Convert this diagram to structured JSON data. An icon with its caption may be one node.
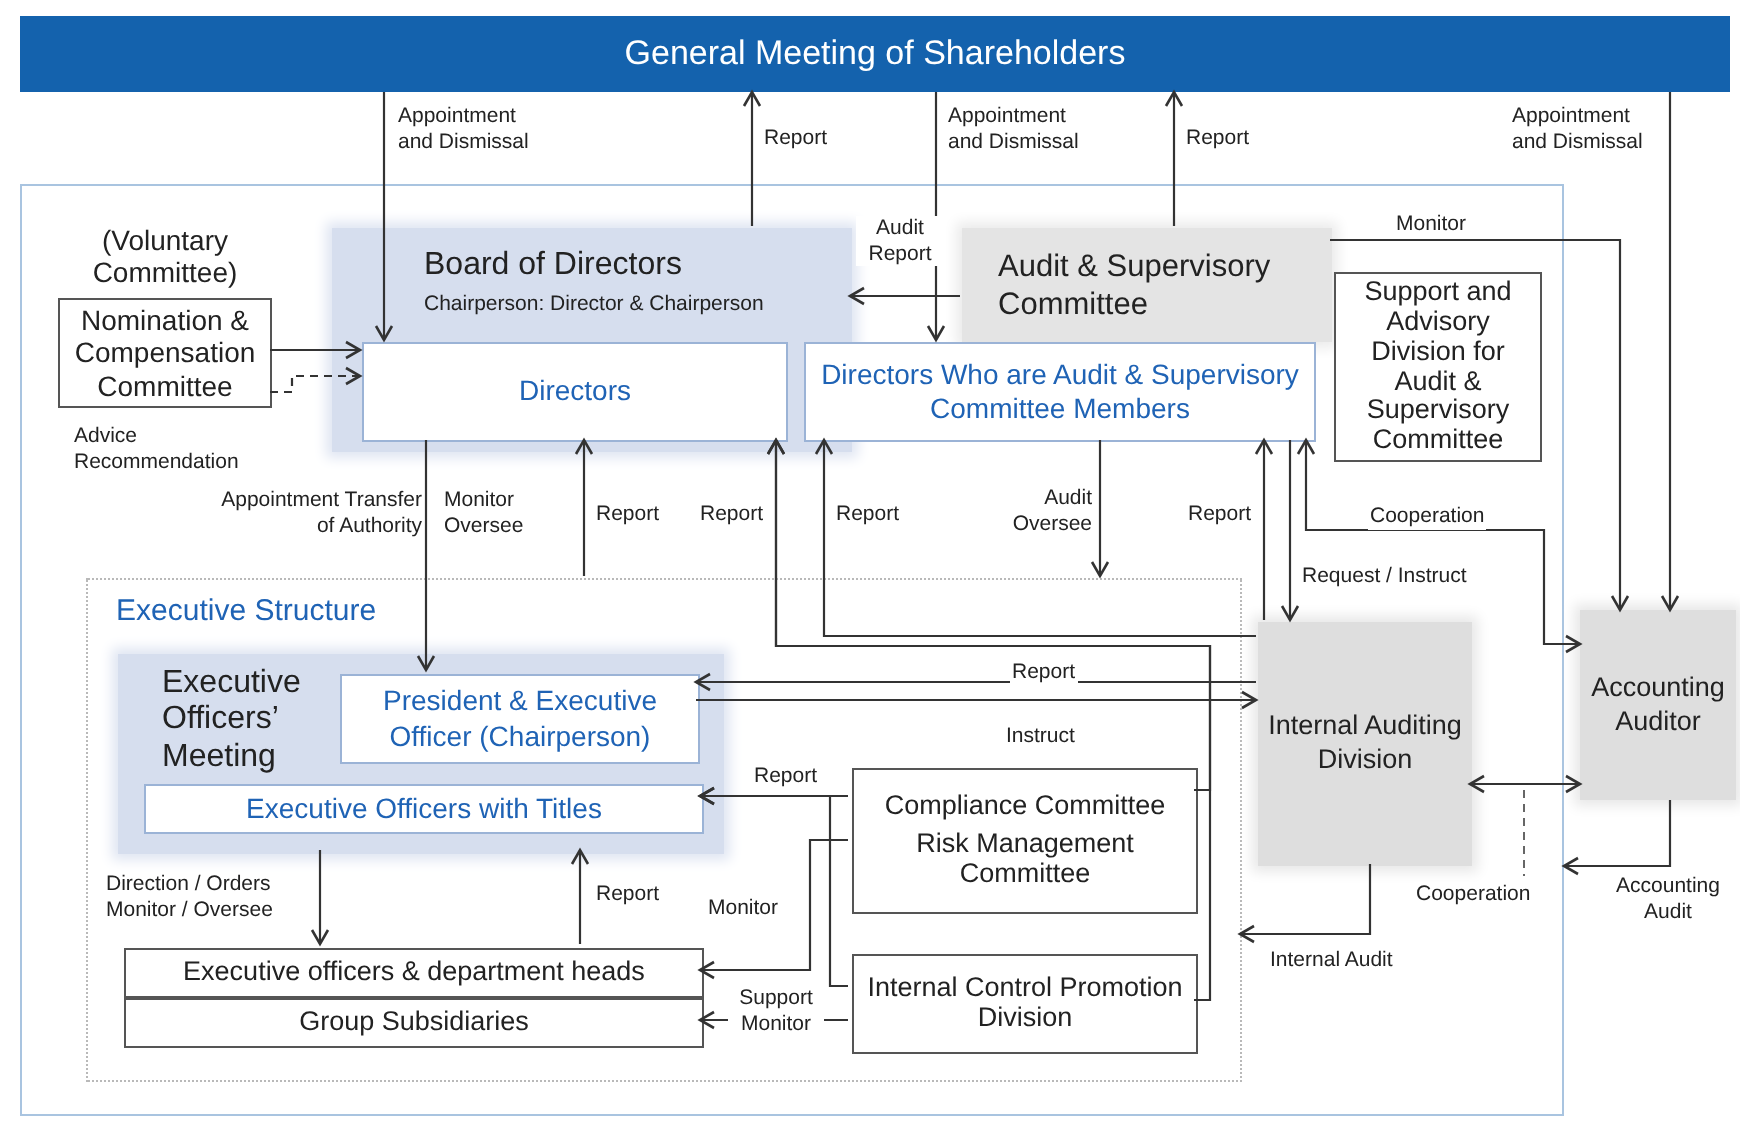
{
  "diagram": {
    "nodes": [
      {
        "text": [
          "General Meeting of Shareholders"
        ]
      },
      {
        "text": [],
        "shape": "box"
      },
      {
        "text": [
          "(Voluntary Committee)",
          "Nomination & Compensation Committee"
        ],
        "in": 1
      },
      {
        "text": [
          "Board of Directors",
          "Chairperson: Director & Chairperson"
        ],
        "in": 1
      },
      {
        "text": [
          "Directors"
        ],
        "in": 3
      },
      {
        "text": [
          "Audit & Supervisory Committee"
        ],
        "in": 1
      },
      {
        "text": [
          "Directors Who are Audit & Supervisory Committee Members"
        ],
        "in": 1
      },
      {
        "text": [
          "Support and Advisory Division for Audit & Supervisory Committee"
        ],
        "in": 1
      },
      {
        "text": [
          "Executive Structure"
        ],
        "in": 1
      },
      {
        "text": [
          "Executive Officers’ Meeting"
        ],
        "in": 8
      },
      {
        "text": [
          "President & Executive Officer (Chairperson)"
        ],
        "in": 9
      },
      {
        "text": [
          "Executive Officers with Titles"
        ],
        "in": 9
      },
      {
        "text": [
          "Executive officers & department heads"
        ],
        "in": 8
      },
      {
        "text": [
          "Group Subsidiaries"
        ],
        "in": 8
      },
      {
        "text": [
          "Compliance Committee",
          "Risk Management Committee"
        ],
        "in": 8
      },
      {
        "text": [
          "Internal Control Promotion Division"
        ],
        "in": 8
      },
      {
        "text": [
          "Internal Auditing Division"
        ],
        "in": 1
      },
      {
        "text": [
          "Accounting Auditor"
        ]
      }
    ],
    "edges": [
      {
        "from": 0,
        "to": 4,
        "arrow": "to",
        "label": "Appointment and Dismissal"
      },
      {
        "from": 3,
        "to": 0,
        "arrow": "to",
        "label": "Report"
      },
      {
        "from": 0,
        "to": 6,
        "arrow": "to",
        "label": "Appointment and Dismissal"
      },
      {
        "from": 5,
        "to": 0,
        "arrow": "to",
        "label": "Report"
      },
      {
        "from": 0,
        "to": 17,
        "arrow": "to",
        "label": "Appointment and Dismissal"
      },
      {
        "from": 5,
        "to": 3,
        "arrow": "to",
        "label": "Audit Report"
      },
      {
        "from": 5,
        "to": 17,
        "arrow": "to",
        "label": "Monitor"
      },
      {
        "from": 2,
        "to": 4,
        "arrow": "to"
      },
      {
        "from": 2,
        "to": 4,
        "arrow": "to",
        "style": "dashed",
        "label": "Advice Recommendation"
      },
      {
        "from": 4,
        "to": 10,
        "arrow": "to",
        "label": "Appointment Transfer of Authority"
      },
      {
        "from": 8,
        "to": 4,
        "arrow": "to",
        "label": "Report"
      },
      {
        "from": 14,
        "to": 4,
        "arrow": "to",
        "label": "Report"
      },
      {
        "from": 15,
        "to": 4,
        "arrow": "to"
      },
      {
        "from": 16,
        "to": 6,
        "arrow": "to",
        "label": "Report"
      },
      {
        "from": 6,
        "to": 8,
        "arrow": "to",
        "label": "Audit Oversee"
      },
      {
        "from": 16,
        "to": 6,
        "arrow": "to",
        "label": "Report"
      },
      {
        "from": 6,
        "to": 16,
        "arrow": "to",
        "label": "Request / Instruct"
      },
      {
        "from": 6,
        "to": 17,
        "arrow": "both",
        "label": "Cooperation"
      },
      {
        "from": 16,
        "to": 10,
        "arrow": "to",
        "label": "Report"
      },
      {
        "from": 10,
        "to": 16,
        "arrow": "to",
        "label": "Instruct"
      },
      {
        "from": 14,
        "to": 11,
        "arrow": "to",
        "label": "Report"
      },
      {
        "from": 14,
        "to": 12,
        "arrow": "to",
        "label": "Monitor"
      },
      {
        "from": 15,
        "to": 11,
        "arrow": "to"
      },
      {
        "from": 15,
        "to": 13,
        "arrow": "to",
        "label": "Support Monitor"
      },
      {
        "from": 9,
        "to": 12,
        "arrow": "to",
        "label": "Direction / Orders Monitor / Oversee"
      },
      {
        "from": 12,
        "to": 9,
        "arrow": "to",
        "label": "Report"
      },
      {
        "from": 16,
        "to": 8,
        "arrow": "to",
        "label": "Internal Audit"
      },
      {
        "from": 16,
        "to": 17,
        "arrow": "both",
        "label": "Cooperation"
      },
      {
        "from": 17,
        "to": 1,
        "arrow": "to",
        "label": "Accounting Audit"
      }
    ],
    "labels": [
      "Monitor Oversee"
    ]
  }
}
